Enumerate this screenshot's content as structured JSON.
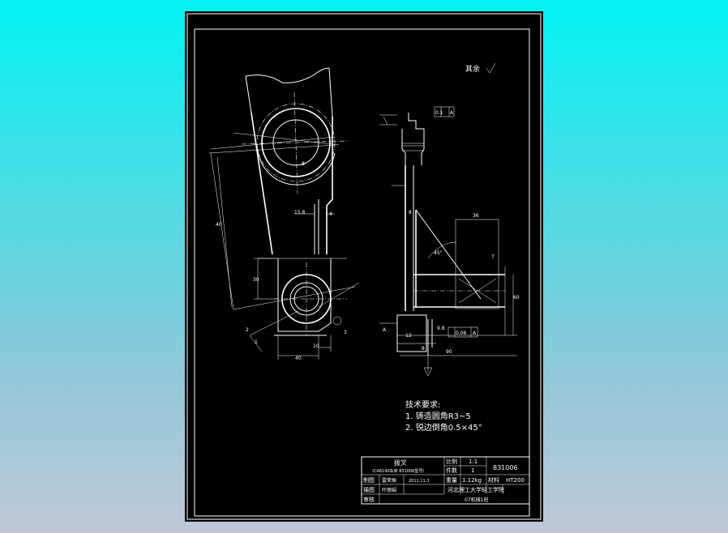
{
  "drawing": {
    "roughness_note": "其余",
    "tech_requirements": {
      "heading": "技术要求:",
      "item1": "1. 铸造圆角R3~5",
      "item2": "2. 锐边倒角0.5×45°"
    },
    "dims_left": {
      "d1": "15.8",
      "d2": "4",
      "d3": "40",
      "d4": "10",
      "d5": "30",
      "d6": "40",
      "d7": "2",
      "d8": "1",
      "d9": "3",
      "d10": "8"
    },
    "dims_right": {
      "d1": "8",
      "d2": "36",
      "d3": "60",
      "d4": "90",
      "d5": "7",
      "d6": "12",
      "d7": "8",
      "d8": "9.8",
      "d9": "A",
      "tol1": "0.1",
      "tol1_ref": "A",
      "tol2": "0.06",
      "tol2_ref": "A",
      "ang": "45°"
    }
  },
  "title_block": {
    "part_name": "拨叉",
    "part_subtitle": "（CA6140车床 831006型号）",
    "scale_label": "比例",
    "scale_value": "1:1",
    "drawing_no": "831006",
    "count_label": "件数",
    "count_value": "1",
    "drawn_label": "制图",
    "drawn_name": "雷荣振",
    "drawn_date": "2011.11.3",
    "weight_label": "重量",
    "weight_value": "1.12kg",
    "material_label": "材料",
    "material_value": "HT200",
    "design_label": "描图",
    "design_name": "叶丽娟",
    "review_label": "审核",
    "school": "河北理工大学轻工学院",
    "class": "07机械1班"
  }
}
